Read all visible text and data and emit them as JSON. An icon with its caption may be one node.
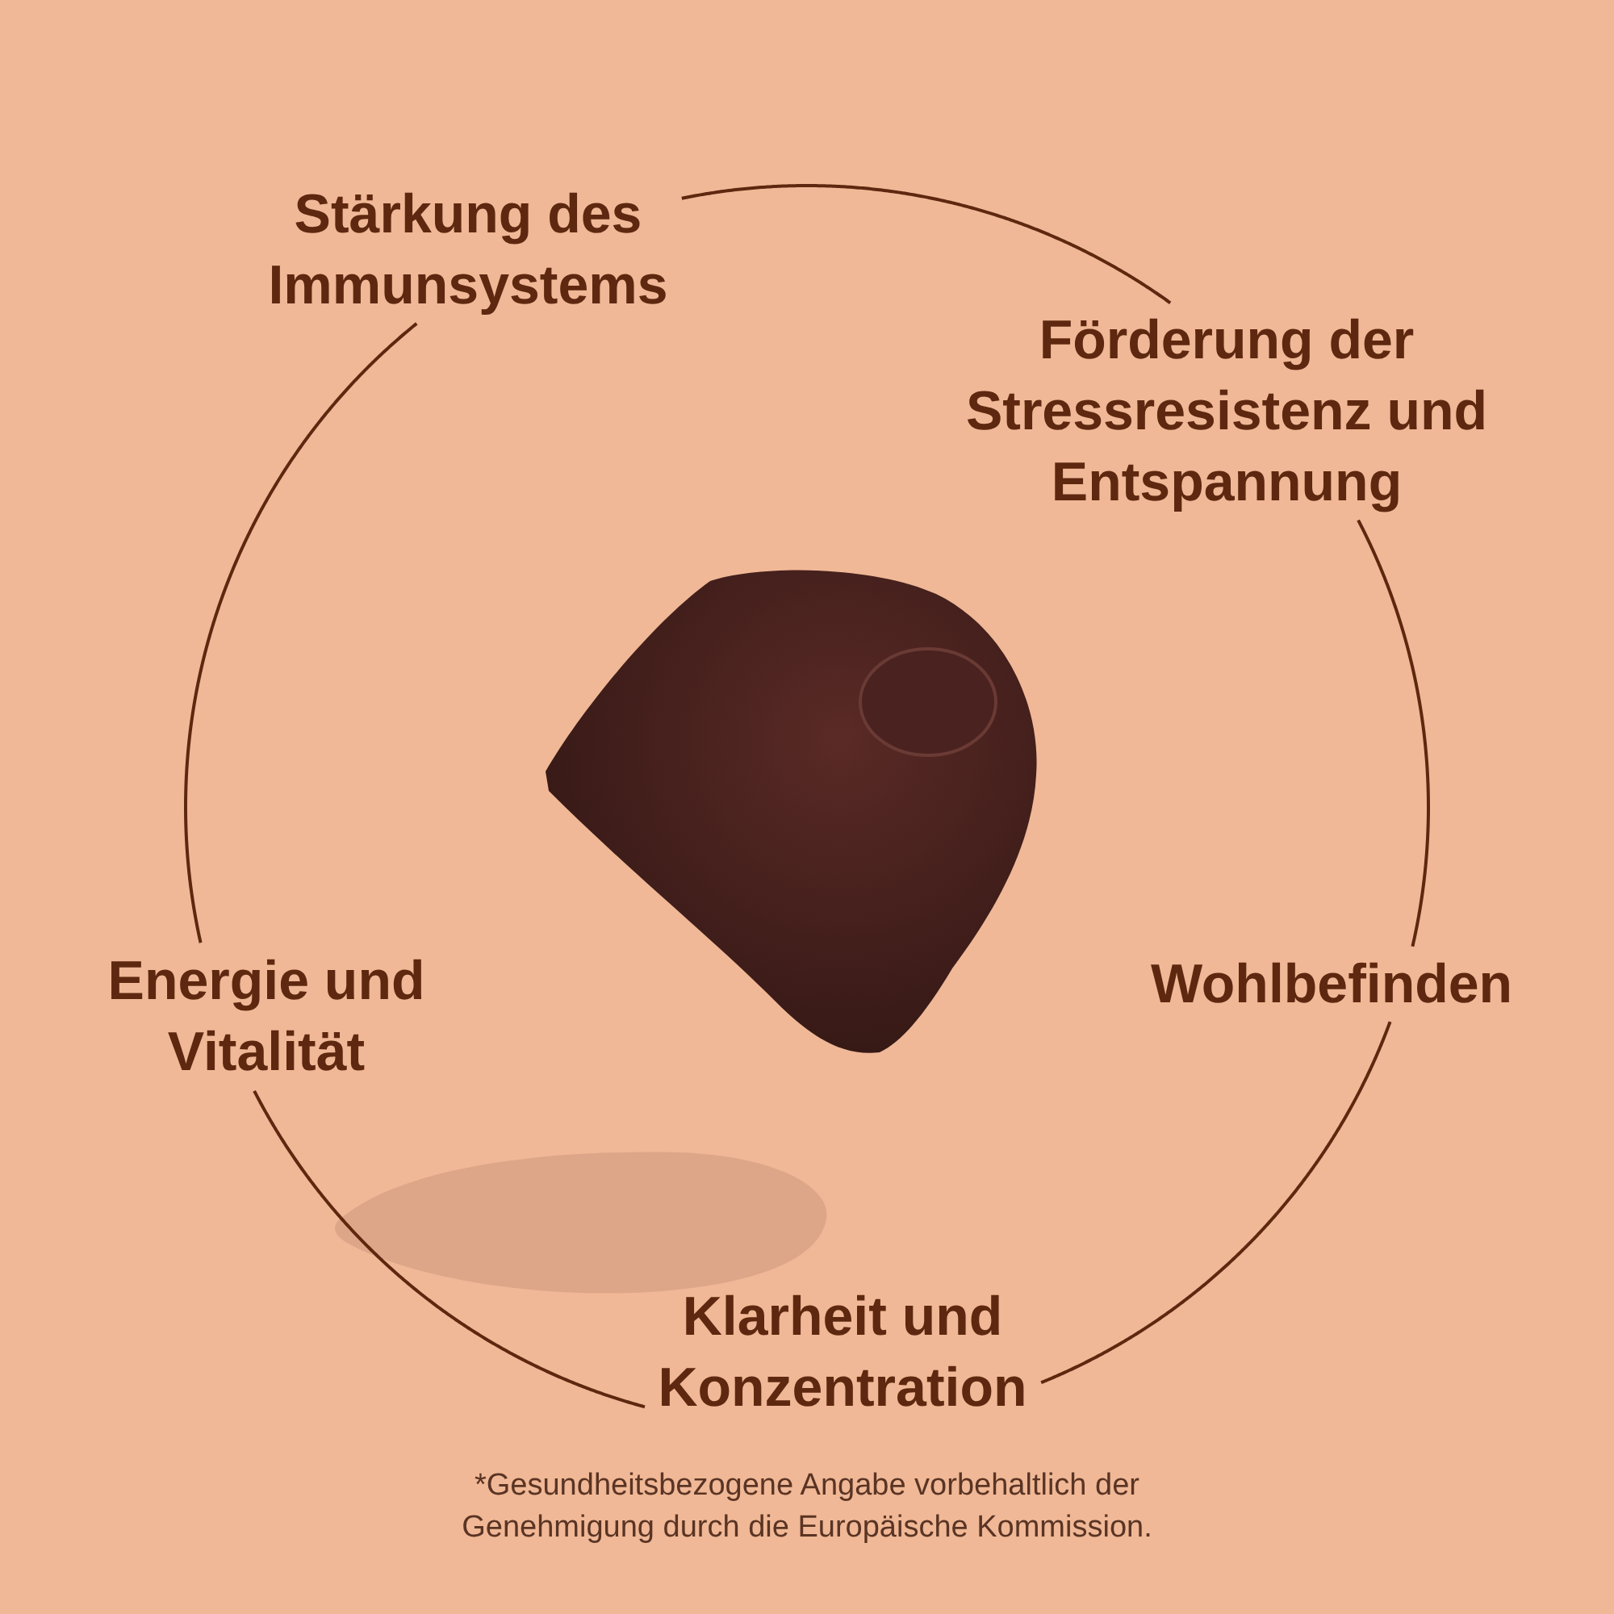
{
  "diagram": {
    "caption": "*Gesundheitsbezogene Angabe vorbehaltlich der Genehmigung durch die Europäische Kommission.",
    "nodes": [
      {
        "text": [
          "Stärkung des Immunsystems"
        ]
      },
      {
        "text": [
          "Förderung der Stressresistenz und Entspannung"
        ]
      },
      {
        "text": [
          "Wohlbefinden"
        ]
      },
      {
        "text": [
          "Klarheit und Konzentration"
        ]
      },
      {
        "text": [
          "Energie und Vitalität"
        ]
      }
    ],
    "edges": [
      {
        "from": 0,
        "to": 1,
        "arrow": "none"
      },
      {
        "from": 1,
        "to": 2,
        "arrow": "none"
      },
      {
        "from": 2,
        "to": 3,
        "arrow": "none"
      },
      {
        "from": 3,
        "to": 4,
        "arrow": "none"
      },
      {
        "from": 4,
        "to": 0,
        "arrow": "none"
      }
    ]
  }
}
